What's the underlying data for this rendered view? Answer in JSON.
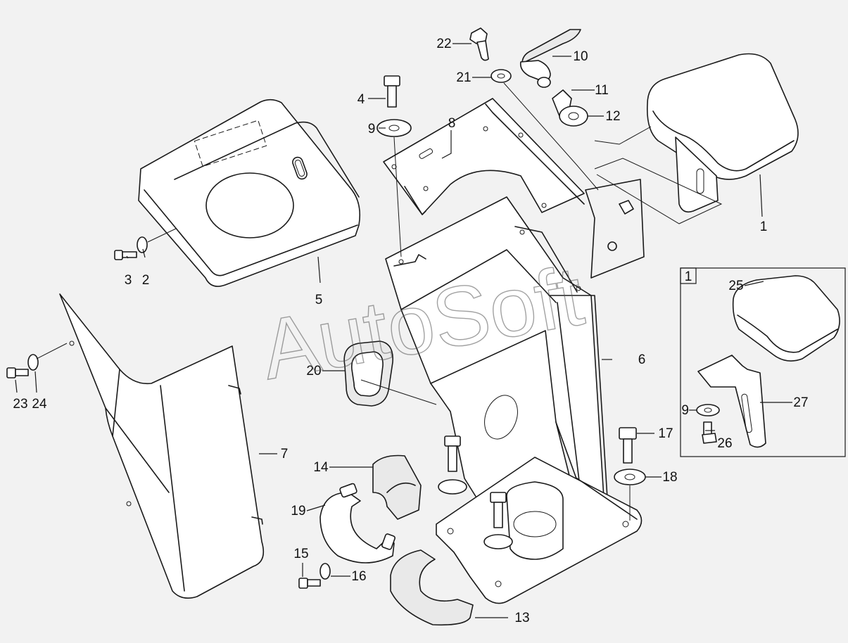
{
  "watermark": "AutoSoft",
  "inset_label": "1",
  "callouts": {
    "c1": "1",
    "c2": "2",
    "c3": "3",
    "c4": "4",
    "c5": "5",
    "c6": "6",
    "c7": "7",
    "c8": "8",
    "c9": "9",
    "c9b": "9",
    "c10": "10",
    "c11": "11",
    "c12": "12",
    "c13": "13",
    "c14": "14",
    "c15": "15",
    "c16": "16",
    "c17": "17",
    "c18": "18",
    "c19": "19",
    "c20": "20",
    "c21": "21",
    "c22": "22",
    "c23": "23",
    "c24": "24",
    "c25": "25",
    "c26": "26",
    "c27": "27"
  },
  "colors": {
    "background": "#f2f2f2",
    "line": "#1a1a1a"
  }
}
